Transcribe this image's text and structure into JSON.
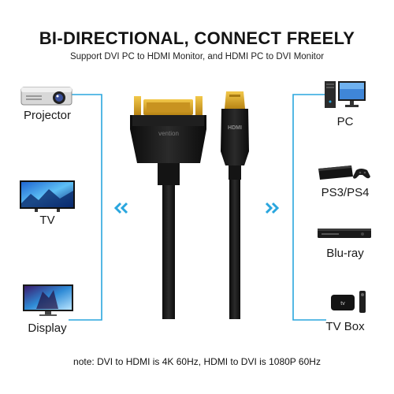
{
  "header": {
    "title": "BI-DIRECTIONAL, CONNECT FREELY",
    "subtitle": "Support DVI PC to HDMI Monitor, and HDMI PC to DVI Monitor"
  },
  "left_devices": [
    {
      "label": "Projector",
      "icon": "projector-icon"
    },
    {
      "label": "TV",
      "icon": "tv-icon"
    },
    {
      "label": "Display",
      "icon": "display-icon"
    }
  ],
  "right_devices": [
    {
      "label": "PC",
      "icon": "pc-icon"
    },
    {
      "label": "PS3/PS4",
      "icon": "game-console-icon"
    },
    {
      "label": "Blu-ray",
      "icon": "bluray-player-icon"
    },
    {
      "label": "TV Box",
      "icon": "tv-box-icon"
    }
  ],
  "cable": {
    "dvi_brand": "vention",
    "hdmi_brand": "HDMI"
  },
  "note": "note: DVI to HDMI is 4K 60Hz, HDMI to DVI is 1080P 60Hz",
  "colors": {
    "accent": "#2aa6de",
    "cable": "#161616",
    "gold": "#d9a521"
  }
}
